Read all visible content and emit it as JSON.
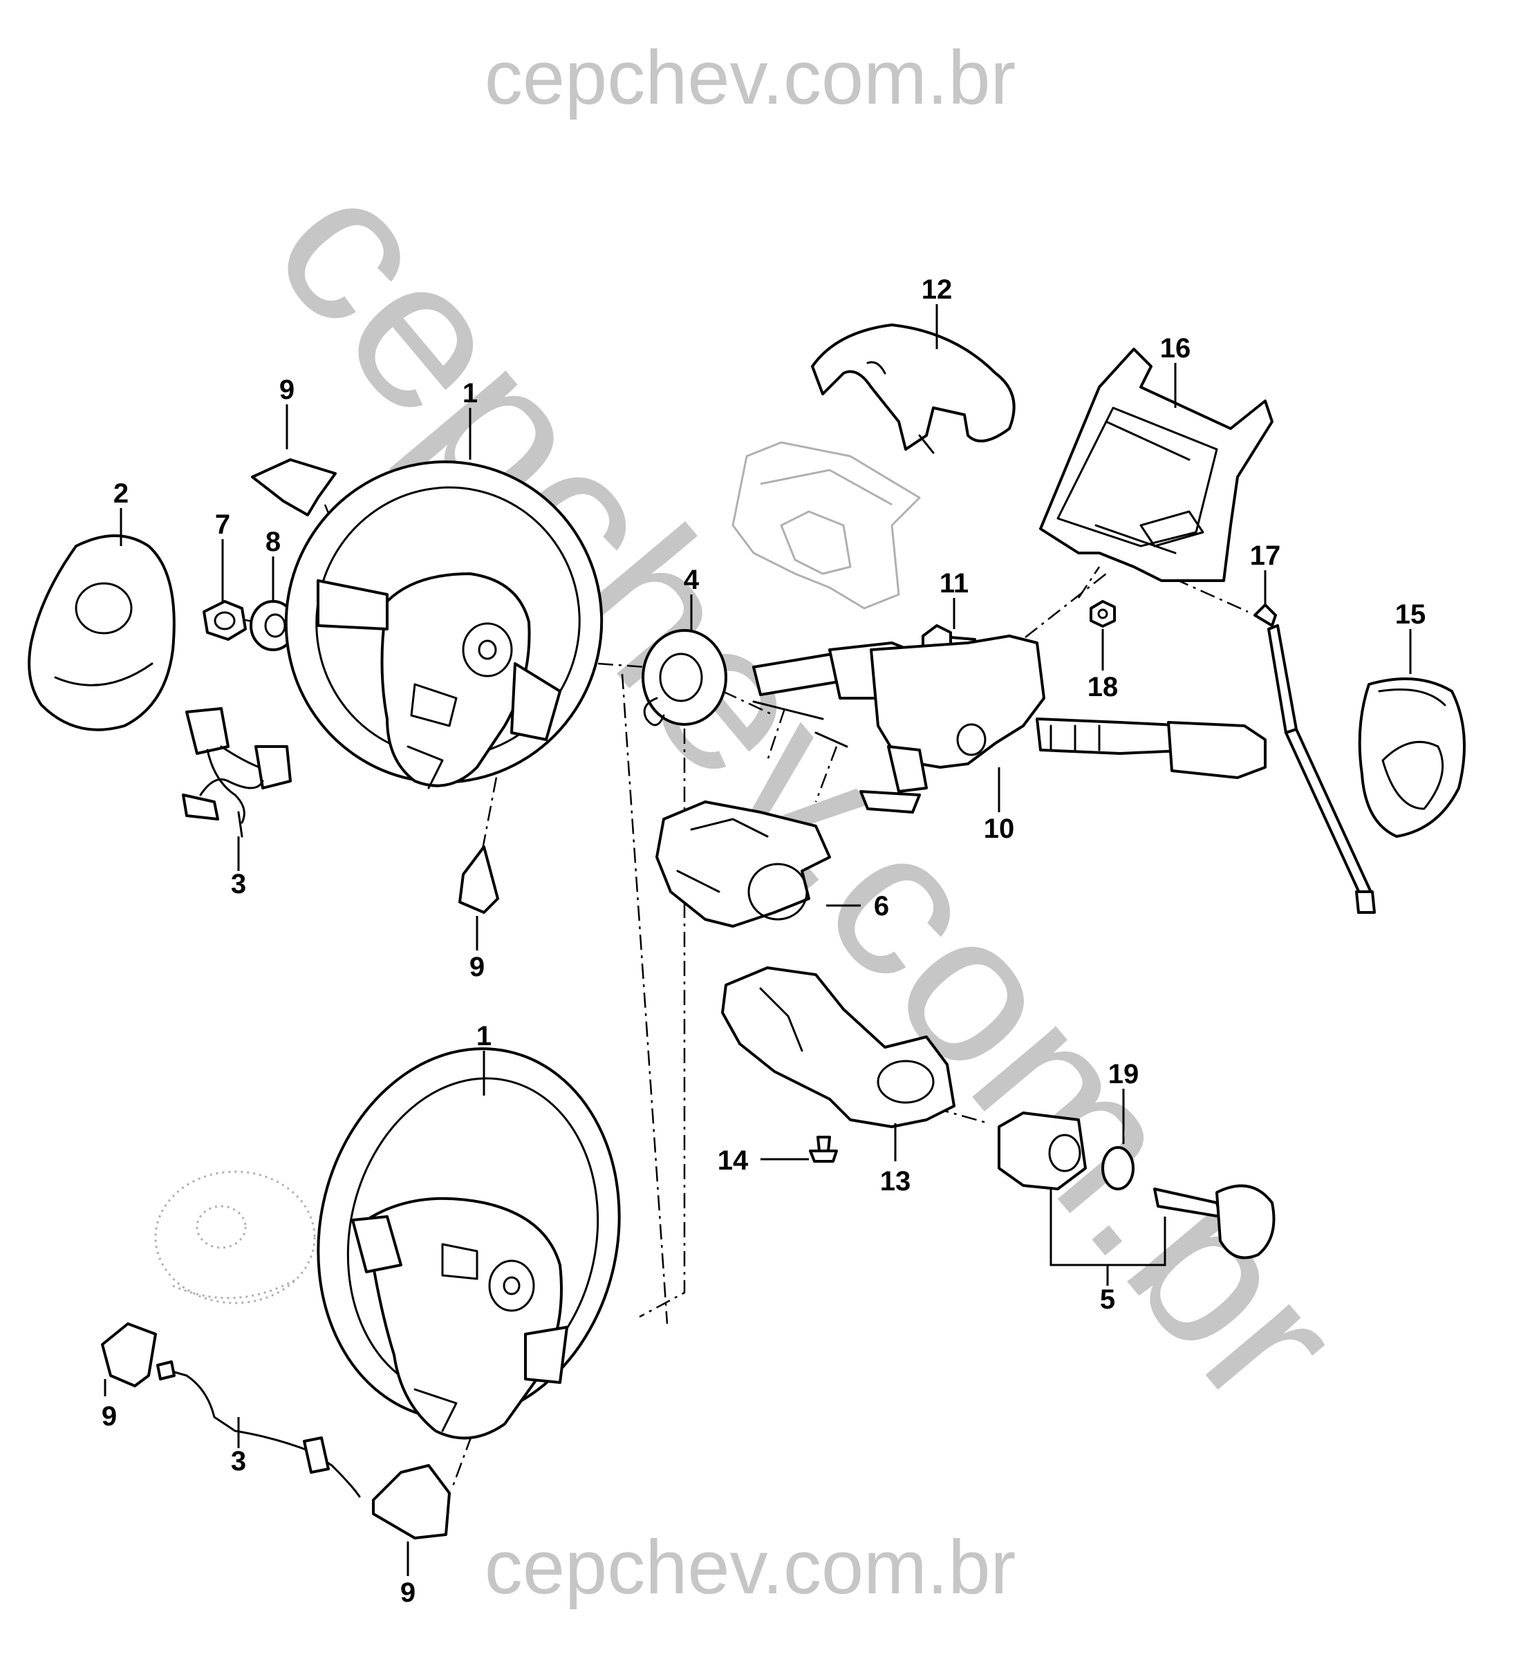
{
  "watermark": {
    "top": "cepchev.com.br",
    "bottom": "cepchev.com.br",
    "diagonal": "cepchev.com.br",
    "color": "#c6c6c6"
  },
  "callouts": [
    {
      "id": "c1a",
      "label": "1"
    },
    {
      "id": "c1b",
      "label": "1"
    },
    {
      "id": "c2",
      "label": "2"
    },
    {
      "id": "c3a",
      "label": "3"
    },
    {
      "id": "c3b",
      "label": "3"
    },
    {
      "id": "c4",
      "label": "4"
    },
    {
      "id": "c5",
      "label": "5"
    },
    {
      "id": "c6",
      "label": "6"
    },
    {
      "id": "c7",
      "label": "7"
    },
    {
      "id": "c8",
      "label": "8"
    },
    {
      "id": "c9a",
      "label": "9"
    },
    {
      "id": "c9b",
      "label": "9"
    },
    {
      "id": "c9c",
      "label": "9"
    },
    {
      "id": "c9d",
      "label": "9"
    },
    {
      "id": "c10",
      "label": "10"
    },
    {
      "id": "c11",
      "label": "11"
    },
    {
      "id": "c12",
      "label": "12"
    },
    {
      "id": "c13",
      "label": "13"
    },
    {
      "id": "c14",
      "label": "14"
    },
    {
      "id": "c15",
      "label": "15"
    },
    {
      "id": "c16",
      "label": "16"
    },
    {
      "id": "c17",
      "label": "17"
    },
    {
      "id": "c18",
      "label": "18"
    },
    {
      "id": "c19",
      "label": "19"
    }
  ]
}
